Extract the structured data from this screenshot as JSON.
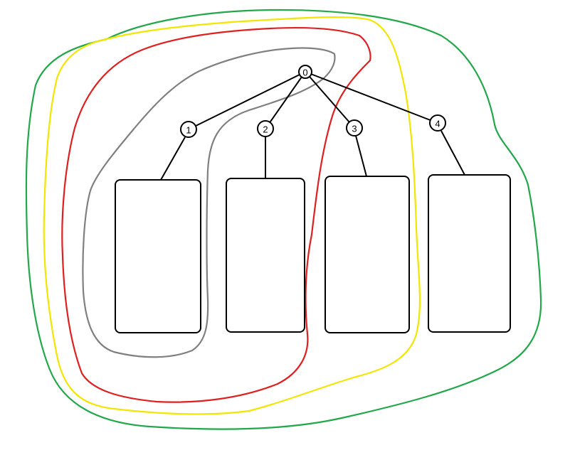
{
  "nodes": [
    {
      "id": "0",
      "label": "0"
    },
    {
      "id": "1",
      "label": "1"
    },
    {
      "id": "2",
      "label": "2"
    },
    {
      "id": "3",
      "label": "3"
    },
    {
      "id": "4",
      "label": "4"
    }
  ],
  "edges": [
    {
      "from": "0",
      "to": "1"
    },
    {
      "from": "0",
      "to": "2"
    },
    {
      "from": "0",
      "to": "3"
    },
    {
      "from": "0",
      "to": "4"
    }
  ],
  "subtrees": [
    {
      "id": "1",
      "parent": "1"
    },
    {
      "id": "2",
      "parent": "2"
    },
    {
      "id": "3",
      "parent": "3"
    },
    {
      "id": "4",
      "parent": "4"
    }
  ],
  "groupings": [
    {
      "id": "gray",
      "color": "#808080",
      "encloses": [
        "0",
        "1"
      ]
    },
    {
      "id": "red",
      "color": "#e02020",
      "encloses": [
        "0",
        "1",
        "2"
      ]
    },
    {
      "id": "yellow",
      "color": "#f2e600",
      "encloses": [
        "0",
        "1",
        "2",
        "3"
      ]
    },
    {
      "id": "green",
      "color": "#22a84a",
      "encloses": [
        "0",
        "1",
        "2",
        "3",
        "4"
      ]
    }
  ]
}
